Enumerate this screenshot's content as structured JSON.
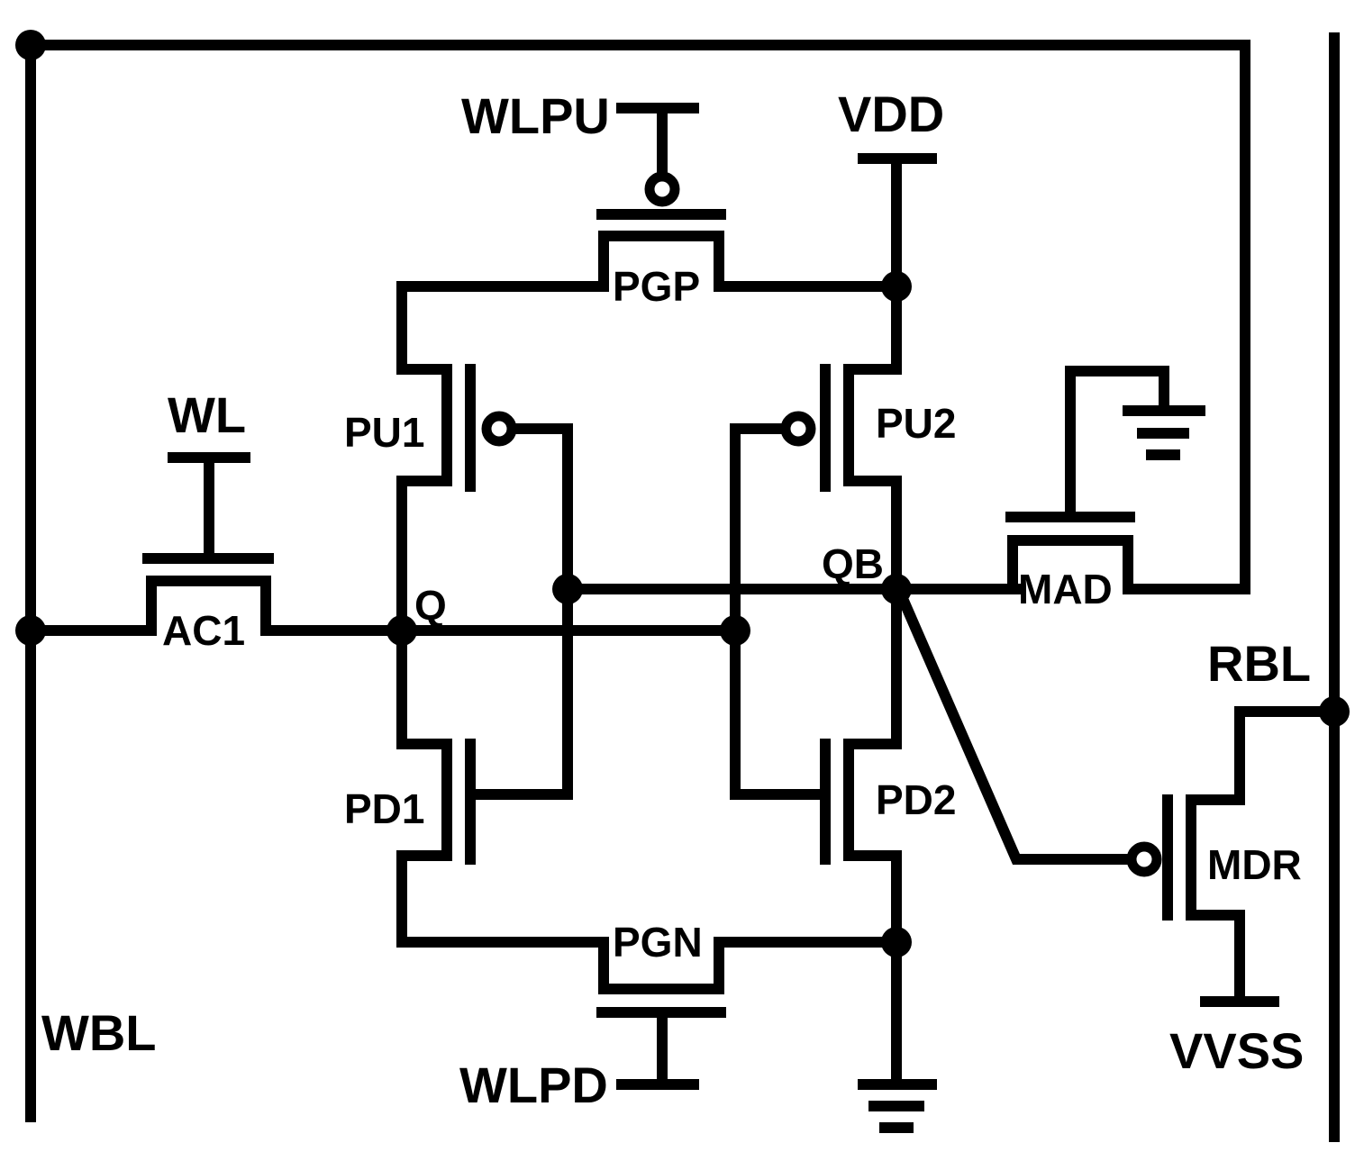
{
  "labels": {
    "wlpu": "WLPU",
    "vdd": "VDD",
    "wl": "WL",
    "pgp": "PGP",
    "pu1": "PU1",
    "pu2": "PU2",
    "ac1": "AC1",
    "q": "Q",
    "qb": "QB",
    "mad": "MAD",
    "rbl": "RBL",
    "pd1": "PD1",
    "pd2": "PD2",
    "mdr": "MDR",
    "pgn": "PGN",
    "wbl": "WBL",
    "wlpd": "WLPD",
    "vvss": "VVSS"
  }
}
